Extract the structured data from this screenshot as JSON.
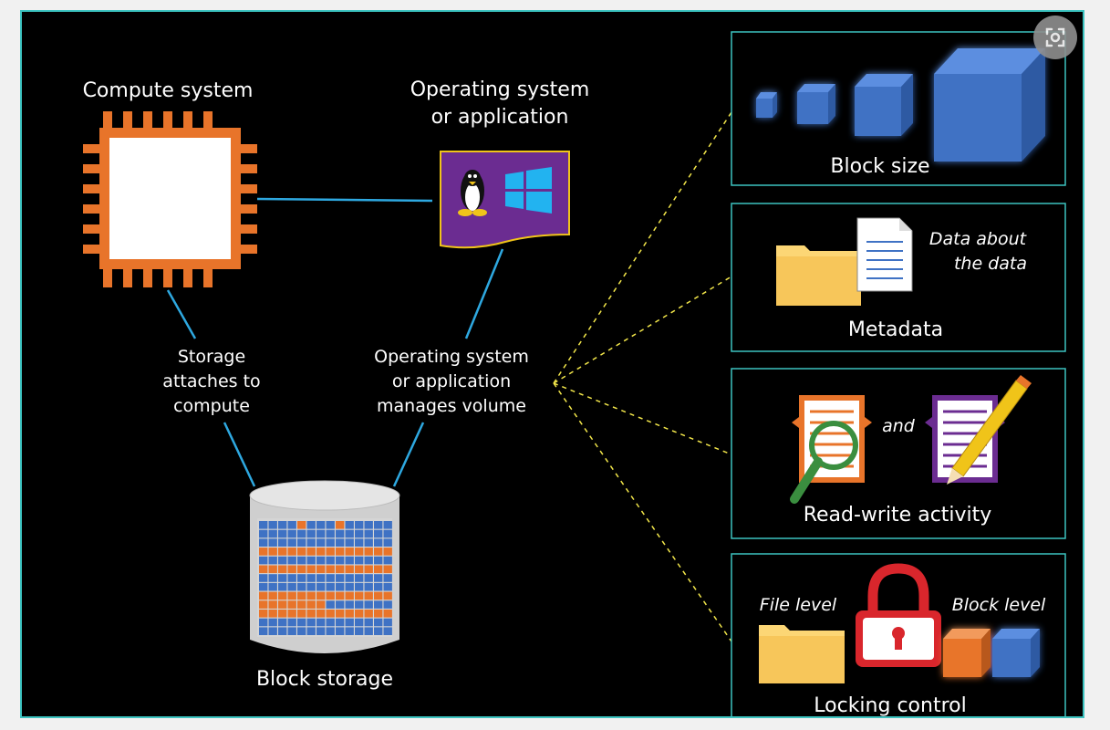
{
  "left": {
    "compute_title": "Compute system",
    "os_title_line1": "Operating system",
    "os_title_line2": "or application",
    "storage_label_line1": "Storage",
    "storage_label_line2": "attaches to",
    "storage_label_line3": "compute",
    "manages_label_line1": "Operating system",
    "manages_label_line2": "or application",
    "manages_label_line3": "manages volume",
    "block_storage_label": "Block storage"
  },
  "panels": {
    "block_size": {
      "label": "Block size"
    },
    "metadata": {
      "label": "Metadata",
      "note_line1": "Data about",
      "note_line2": "the data"
    },
    "read_write": {
      "label": "Read-write activity",
      "and_text": "and"
    },
    "locking": {
      "label": "Locking control",
      "file_level": "File level",
      "block_level": "Block level"
    }
  },
  "icons": [
    "chip-icon",
    "os-icon",
    "linux-penguin-icon",
    "windows-logo-icon",
    "database-cylinder-icon",
    "cube-icon",
    "folder-icon",
    "document-icon",
    "magnifier-icon",
    "pencil-icon",
    "padlock-icon",
    "screenshot-icon"
  ],
  "colors": {
    "teal_border": "#3cc3c0",
    "orange": "#e8742a",
    "blue": "#3f72c4",
    "purple": "#6b2c91",
    "yellow_dash": "#f2e64a",
    "connector_blue": "#2ea8e0",
    "folder_yellow": "#fcd675"
  }
}
